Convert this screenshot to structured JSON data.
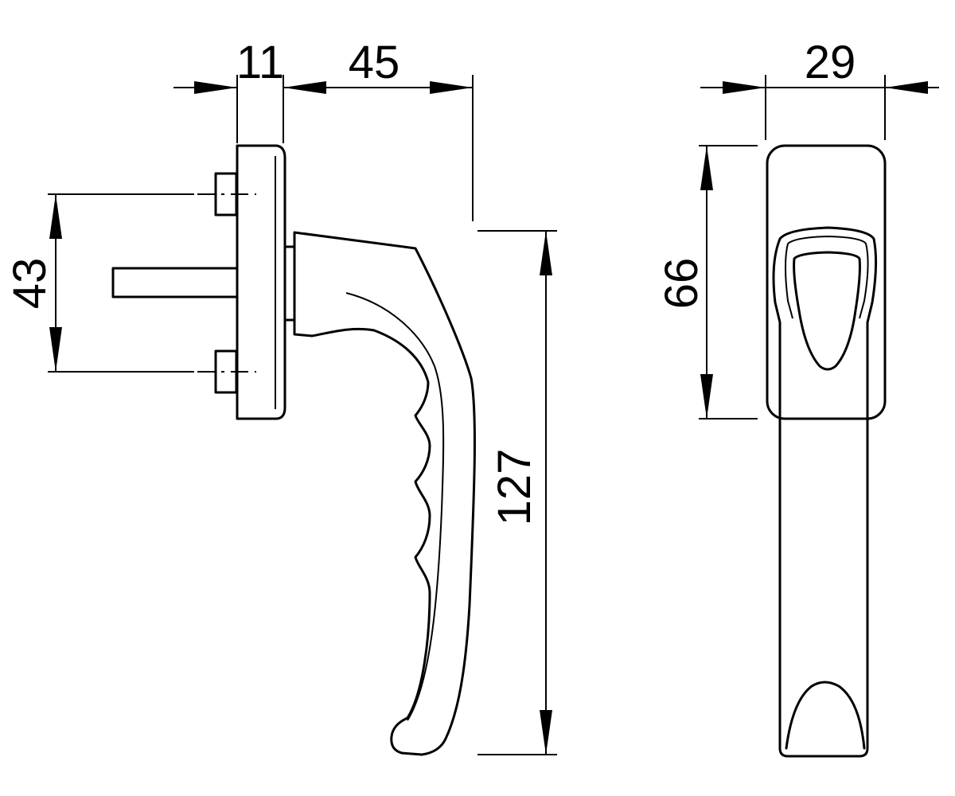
{
  "dimensions": {
    "rose_thickness": "11",
    "handle_projection": "45",
    "screw_spacing": "43",
    "handle_length": "127",
    "rose_width": "29",
    "rose_height": "66"
  },
  "colors": {
    "line": "#000000",
    "background": "#ffffff"
  }
}
